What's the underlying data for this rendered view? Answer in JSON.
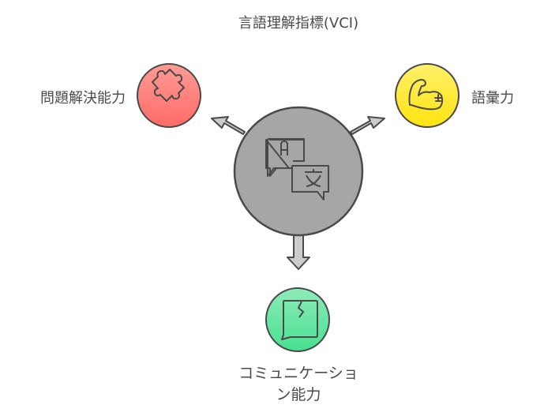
{
  "title": "言語理解指標(VCI)",
  "center": {
    "icon": "translate-icon",
    "color": "#a6a6a6"
  },
  "nodes": [
    {
      "label": "問題解決能力",
      "icon": "puzzle-icon",
      "color_top": "#ff9b96",
      "color_bottom": "#ff6b66"
    },
    {
      "label": "語彙力",
      "icon": "flexed-arm-icon",
      "color_top": "#fff06a",
      "color_bottom": "#ffe40f"
    },
    {
      "label_line1": "コミュニケーショ",
      "label_line2": "ン能力",
      "icon": "chat-bubble-icon",
      "color_top": "#8eecb8",
      "color_bottom": "#47e090"
    }
  ]
}
